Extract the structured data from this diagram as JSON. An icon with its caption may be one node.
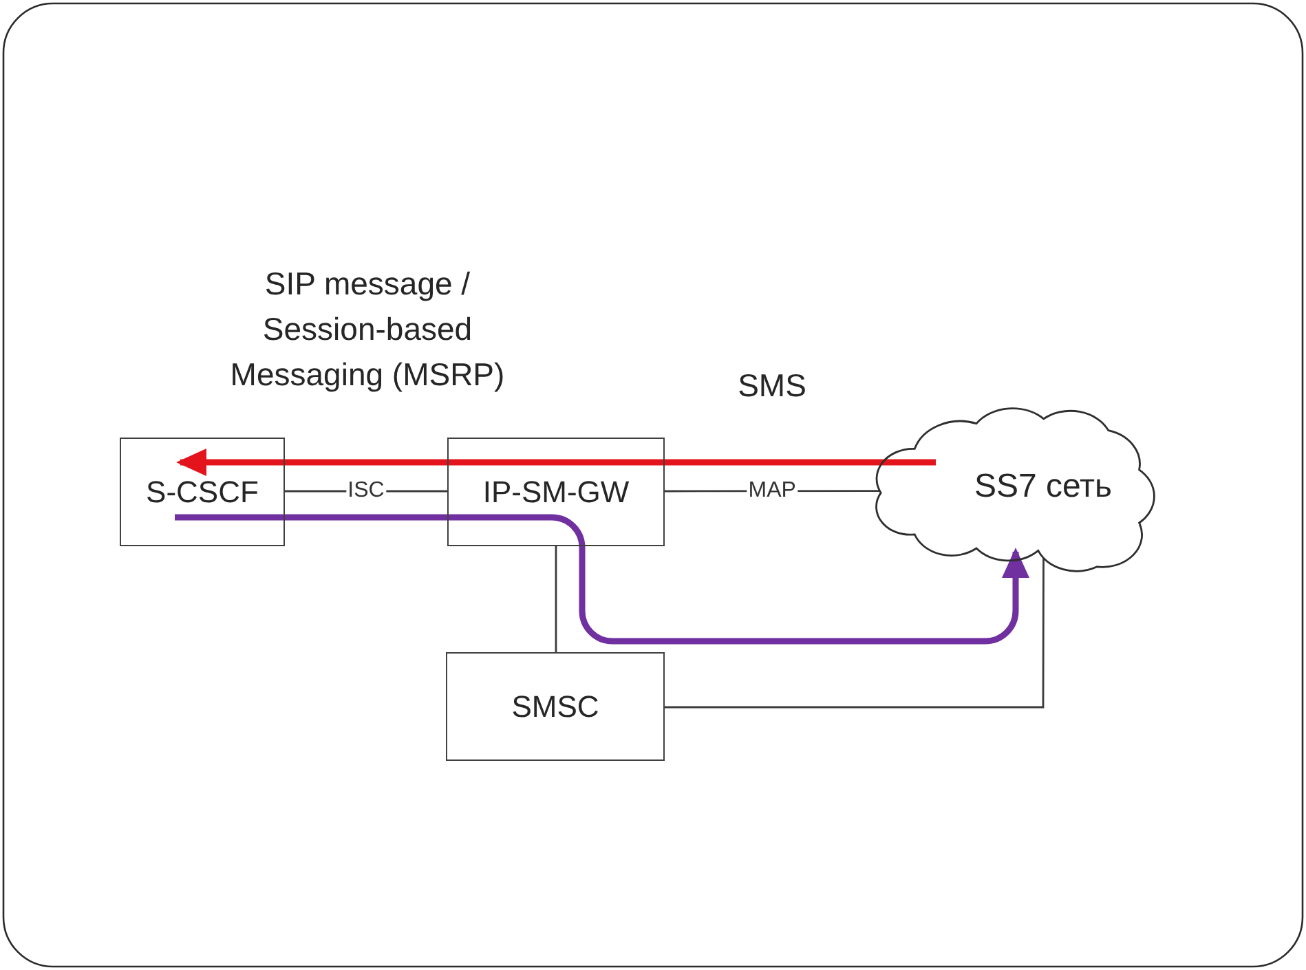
{
  "diagram": {
    "nodes": [
      {
        "text": [
          "S-CSCF"
        ]
      },
      {
        "text": [
          "IP-SM-GW"
        ]
      },
      {
        "text": [
          "SS7 сеть"
        ]
      },
      {
        "text": [
          "SMSC"
        ]
      }
    ],
    "edges": [
      {
        "from": 0,
        "to": 1,
        "label": "ISC",
        "arrow": "none"
      },
      {
        "from": 1,
        "to": 2,
        "label": "MAP",
        "arrow": "none"
      },
      {
        "from": 1,
        "to": 3,
        "arrow": "none"
      },
      {
        "from": 3,
        "to": 2,
        "arrow": "none"
      },
      {
        "from": 2,
        "to": 1,
        "arrow": "none",
        "style": "thick",
        "color": "#e3141b"
      },
      {
        "from": 1,
        "to": 0,
        "arrow": "to",
        "style": "thick",
        "color": "#e3141b"
      },
      {
        "from": 0,
        "to": 1,
        "arrow": "none",
        "style": "thick",
        "color": "#7030a0"
      },
      {
        "from": 1,
        "to": 2,
        "arrow": "to",
        "style": "thick",
        "color": "#7030a0"
      }
    ],
    "labels": [
      "SIP message / Session-based Messaging (MSRP)",
      "SMS"
    ]
  }
}
